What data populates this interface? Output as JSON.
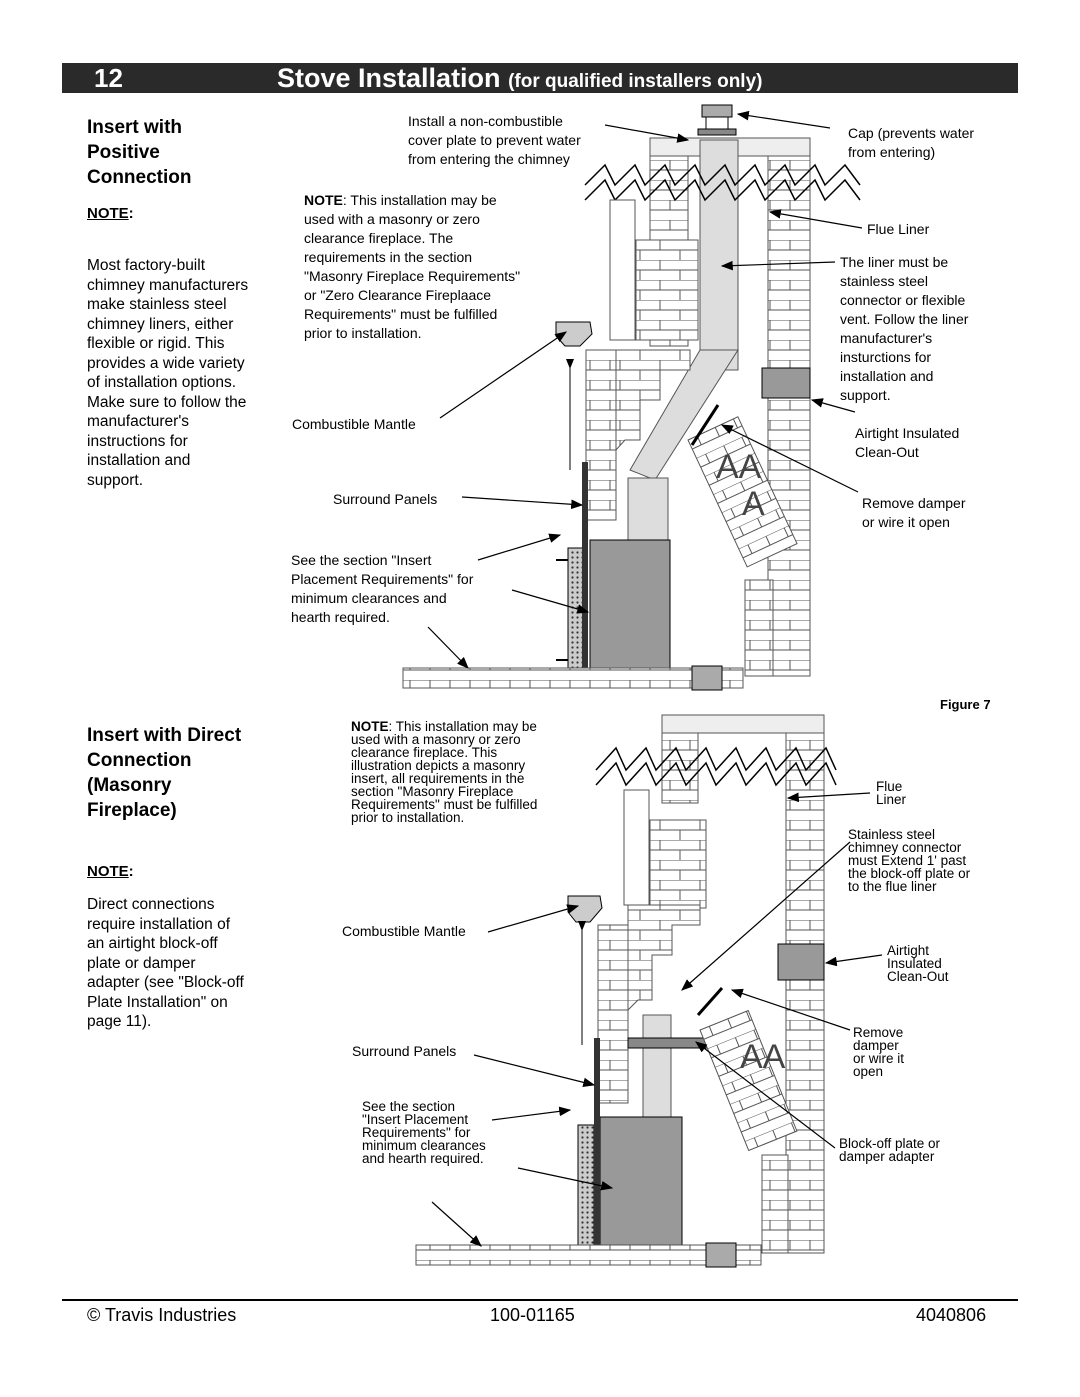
{
  "header": {
    "page_number": "12",
    "title": "Stove Installation",
    "subtitle": "(for qualified installers only)"
  },
  "section1": {
    "title": "Insert with\nPositive\nConnection",
    "note_label": "NOTE",
    "note_text": "Most factory-built\nchimney manufacturers\nmake stainless steel\nchimney liners, either\nflexible or rigid.  This\nprovides a wide variety\nof installation options.\nMake sure to follow the\nmanufacturer's\ninstructions for\ninstallation and\nsupport."
  },
  "section2": {
    "title": "Insert with Direct\nConnection\n(Masonry\nFireplace)",
    "note_label": "NOTE",
    "note_text": "Direct connections\nrequire installation of\nan airtight block-off\nplate or damper\nadapter (see \"Block-off\nPlate Installation\" on\npage 11)."
  },
  "diagram1": {
    "cover_plate": "Install a non-combustible\ncover plate to prevent water\nfrom entering the chimney",
    "note_bold": "NOTE",
    "note_text": ": This installation may be\nused with a masonry or zero\nclearance fireplace. The\nrequirements in the section\n\"Masonry Fireplace Requirements\"\nor \"Zero Clearance Fireplaace\nRequirements\"  must be fulfilled\nprior to installation.",
    "cap": "Cap (prevents water\nfrom entering)",
    "flue_liner": "Flue Liner",
    "liner_note": "The liner must be\nstainless steel\nconnector or flexible\nvent.  Follow the liner\nmanufacturer's\ninsturctions for\ninstallation and\nsupport.",
    "combustible_mantle": "Combustible Mantle",
    "clean_out": "Airtight Insulated\nClean-Out",
    "surround_panels": "Surround Panels",
    "remove_damper": "Remove damper\nor wire it open",
    "see_section": "See the section \"Insert\nPlacement  Requirements\" for\nminimum clearances and\nhearth required."
  },
  "figure_label": "Figure 7",
  "diagram2": {
    "note_bold": "NOTE",
    "note_text": ": This installation may be\nused with a masonry or zero\nclearance fireplace. This\nillustration depicts a masonry\ninsert, all requirements in the\nsection \"Masonry Fireplace\nRequirements\" must be fulfilled\nprior to installation.",
    "flue_liner": "Flue\nLiner",
    "connector_note": "Stainless steel\nchimney connector\nmust Extend 1' past\nthe block-off plate or\nto the flue liner",
    "combustible_mantle": "Combustible Mantle",
    "clean_out": "Airtight\nInsulated\nClean-Out",
    "surround_panels": "Surround Panels",
    "remove_damper": "Remove\ndamper\nor wire it\nopen",
    "see_section": "See the section\n\"Insert Placement\nRequirements\" for\nminimum clearances\nand hearth required.",
    "block_off": "Block-off plate or\ndamper adapter"
  },
  "footer": {
    "company": "© Travis Industries",
    "doc_number": "100-01165",
    "code": "4040806"
  }
}
